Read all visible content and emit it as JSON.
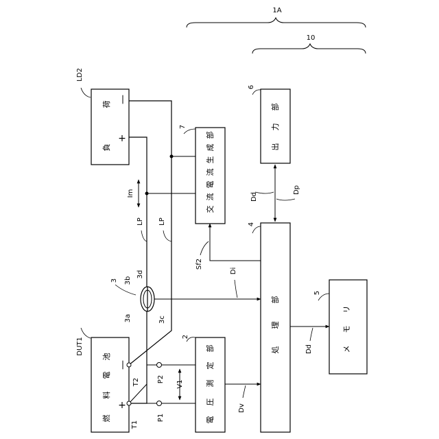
{
  "blocks": {
    "fuel_cell": {
      "label": [
        "燃",
        "料",
        "電",
        "池"
      ],
      "ref": "DUT1",
      "plus": "+",
      "minus": "—"
    },
    "load": {
      "label": [
        "負",
        "荷"
      ],
      "ref": "LD2",
      "plus": "+",
      "minus": "—"
    },
    "voltage_meter": {
      "label": [
        "電",
        "圧",
        "測",
        "定",
        "部"
      ],
      "number": "2"
    },
    "ac_generator": {
      "label": [
        "交",
        "流",
        "電",
        "流",
        "生",
        "成",
        "部"
      ],
      "number": "7"
    },
    "processor": {
      "label": [
        "処",
        "理",
        "部"
      ],
      "number": "4"
    },
    "output": {
      "label": [
        "出",
        "力",
        "部"
      ],
      "number": "6"
    },
    "memory": {
      "label": [
        "メ",
        "モ",
        "リ"
      ],
      "number": "5"
    }
  },
  "groups": {
    "device": "1A",
    "subsystem": "10"
  },
  "sensor": {
    "number": "3",
    "a": "3a",
    "b": "3b",
    "c": "3c",
    "d": "3d"
  },
  "terminals": {
    "t1": "T1",
    "t2": "T2",
    "p1": "P1",
    "p2": "P2"
  },
  "signals": {
    "v1": "V1",
    "dv": "Dv",
    "di": "Di",
    "dd_memory": "Dd",
    "dd_output": "Dd",
    "dp": "Dp",
    "sf2": "Sf2",
    "im": "Im",
    "lp_upper": "LP",
    "lp_lower": "LP"
  }
}
